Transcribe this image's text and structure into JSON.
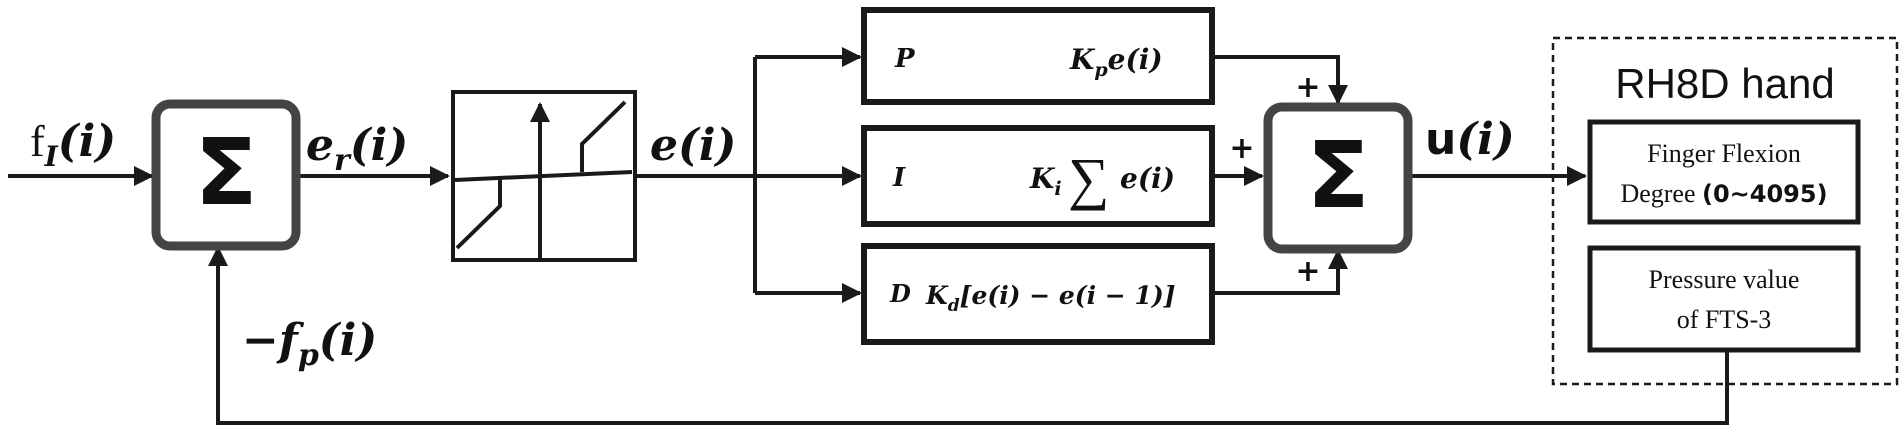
{
  "input_label": {
    "main": "f",
    "sub": "I",
    "arg": "(i)"
  },
  "error_raw_label": {
    "main": "e",
    "sub": "r",
    "arg": "(i)"
  },
  "error_label": {
    "main": "e",
    "arg": "(i)"
  },
  "sum_symbol": "Σ",
  "feedback_label": {
    "sign": "−",
    "main": "f",
    "sub": "p",
    "arg": "(i)"
  },
  "output_label": {
    "main": "u",
    "arg": "(i)"
  },
  "p_block": {
    "name": "P",
    "coef": "K",
    "coef_sub": "p",
    "expr": "e(i)"
  },
  "i_block": {
    "name": "I",
    "coef": "K",
    "coef_sub": "i",
    "sum": "∑",
    "expr": "e(i)"
  },
  "d_block": {
    "name": "D",
    "coef": "K",
    "coef_sub": "d",
    "expr": "[e(i) − e(i − 1)]"
  },
  "signs": {
    "p": "+",
    "i": "+",
    "d": "+"
  },
  "hand": {
    "title": "RH8D hand",
    "flexion_line1": "Finger Flexion",
    "flexion_line2": "Degree ",
    "flexion_range": "(0~4095)",
    "pressure_line1": "Pressure value",
    "pressure_line2": "of  FTS-3"
  },
  "colors": {
    "stroke": "#1a1a1a",
    "sum_stroke": "#444444",
    "sum_fill": "#ffffff"
  }
}
